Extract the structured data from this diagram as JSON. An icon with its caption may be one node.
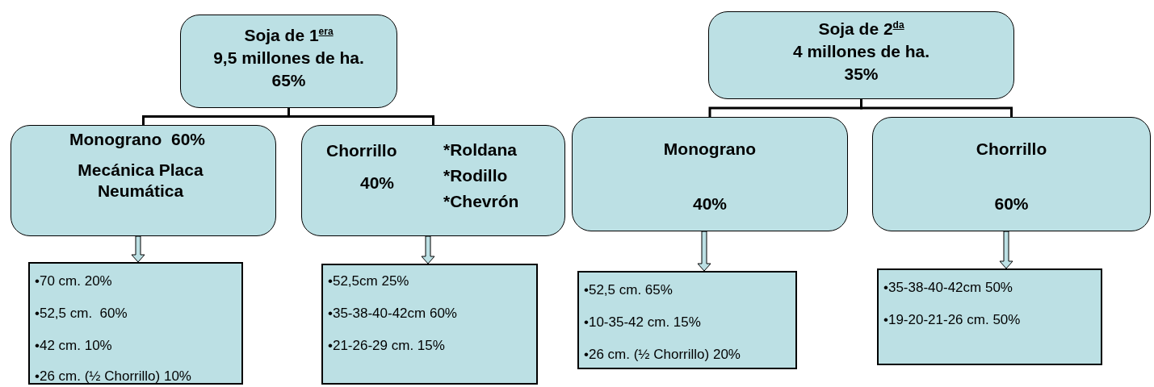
{
  "diagram": {
    "nodes": [
      {
        "text": [
          "Soja de 1$^{era}$",
          "9,5 millones de ha.",
          "65%"
        ]
      },
      {
        "text": [
          "Monograno  60%",
          "Mecánica Placa Neumática"
        ]
      },
      {
        "text": [
          "Chorrillo",
          "40%",
          "*Roldana",
          "*Rodillo",
          "*Chevrón"
        ]
      },
      {
        "text": [
          "•70 cm. 20%",
          "•52,5 cm.  60%",
          "•42 cm. 10%",
          "•26 cm. (½ Chorrillo) 10%"
        ]
      },
      {
        "text": [
          "•52,5cm 25%",
          "•35-38-40-42cm 60%",
          "•21-26-29 cm. 15%"
        ]
      },
      {
        "text": [
          "Soja de 2$^{da}$",
          "4 millones de ha.",
          "35%"
        ]
      },
      {
        "text": [
          "Monograno",
          "40%"
        ]
      },
      {
        "text": [
          "Chorrillo",
          "60%"
        ]
      },
      {
        "text": [
          "•52,5 cm. 65%",
          "•10-35-42 cm. 15%",
          "•26 cm. (½ Chorrillo) 20%"
        ]
      },
      {
        "text": [
          "•35-38-40-42cm 50%",
          "•19-20-21-26 cm. 50%"
        ]
      }
    ],
    "edges": [
      {
        "from": 0,
        "to": 1,
        "arrow": "none"
      },
      {
        "from": 0,
        "to": 2,
        "arrow": "none"
      },
      {
        "from": 1,
        "to": 3,
        "arrow": "to",
        "style": "thick"
      },
      {
        "from": 2,
        "to": 4,
        "arrow": "to",
        "style": "thick"
      },
      {
        "from": 5,
        "to": 6,
        "arrow": "none"
      },
      {
        "from": 5,
        "to": 7,
        "arrow": "none"
      },
      {
        "from": 6,
        "to": 8,
        "arrow": "to",
        "style": "thick"
      },
      {
        "from": 7,
        "to": 9,
        "arrow": "to",
        "style": "thick"
      }
    ]
  }
}
